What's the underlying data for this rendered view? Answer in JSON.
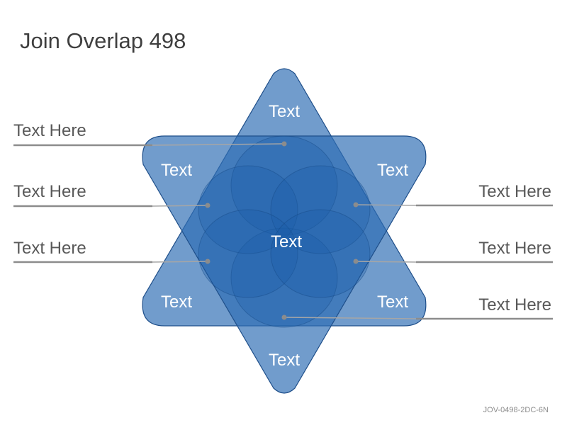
{
  "title": "Join Overlap 498",
  "labels": {
    "top": "Text",
    "upper_left": "Text",
    "upper_right": "Text",
    "center": "Text",
    "lower_left": "Text",
    "lower_right": "Text",
    "bottom": "Text"
  },
  "callouts": {
    "left_1": "Text Here",
    "left_2": "Text Here",
    "left_3": "Text Here",
    "right_1": "Text Here",
    "right_2": "Text Here",
    "right_3": "Text Here"
  },
  "code": "JOV-0498-2DC-6N",
  "colors": {
    "shape_fill": "#2e6db4",
    "shape_stroke": "#1f4f8a",
    "lead": "#8c8c8c"
  }
}
